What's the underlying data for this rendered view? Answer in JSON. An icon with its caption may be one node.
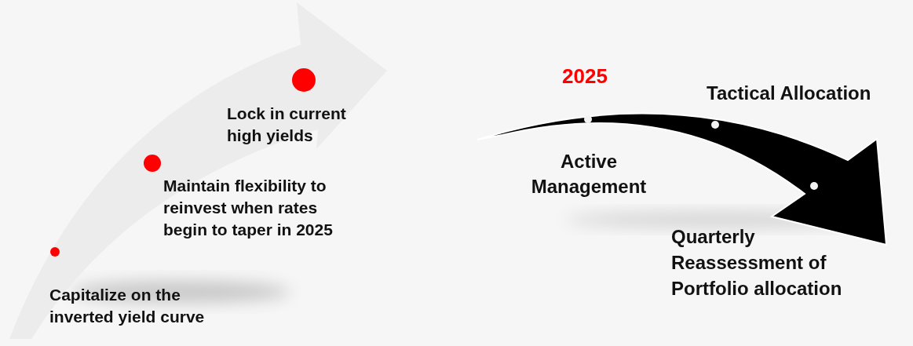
{
  "diagram": {
    "labels": [
      "Lock in current high yields",
      "Maintain flexibility to reinvest when rates begin to taper in 2025",
      "Capitalize on the inverted yield curve",
      "2025",
      "Tactical Allocation",
      "Active Management",
      "Quarterly Reassessment of Portfolio allocation"
    ]
  }
}
